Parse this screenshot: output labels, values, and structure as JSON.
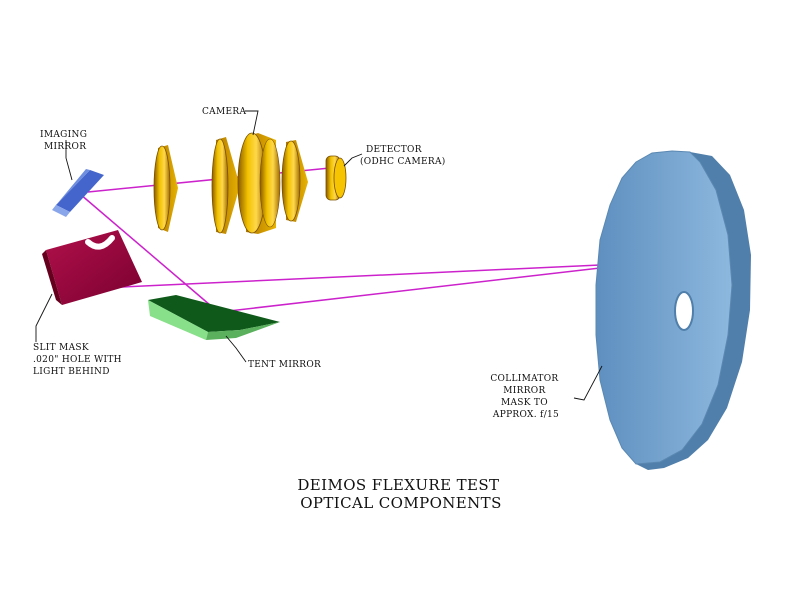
{
  "title": {
    "line1": "DEIMOS FLEXURE TEST",
    "line2": "OPTICAL COMPONENTS"
  },
  "labels": {
    "camera": "CAMERA",
    "imaging_mirror": [
      "IMAGING",
      "MIRROR"
    ],
    "detector": [
      "DETECTOR",
      "(ODHC CAMERA)"
    ],
    "slit_mask": [
      "SLIT MASK",
      ".020\" HOLE WITH",
      "LIGHT BEHIND"
    ],
    "tent_mirror": "TENT MIRROR",
    "collimator": [
      "COLLIMATOR",
      "MIRROR",
      "MASK TO",
      "APPROX. f/15"
    ]
  },
  "colors": {
    "beam": "#cc22cc",
    "collimator": "#79a7cf",
    "camera_lens": "#e0a800",
    "slit_mask": "#990033",
    "tent_mirror": "#66cc66",
    "imaging_mirror": "#4466cc"
  }
}
